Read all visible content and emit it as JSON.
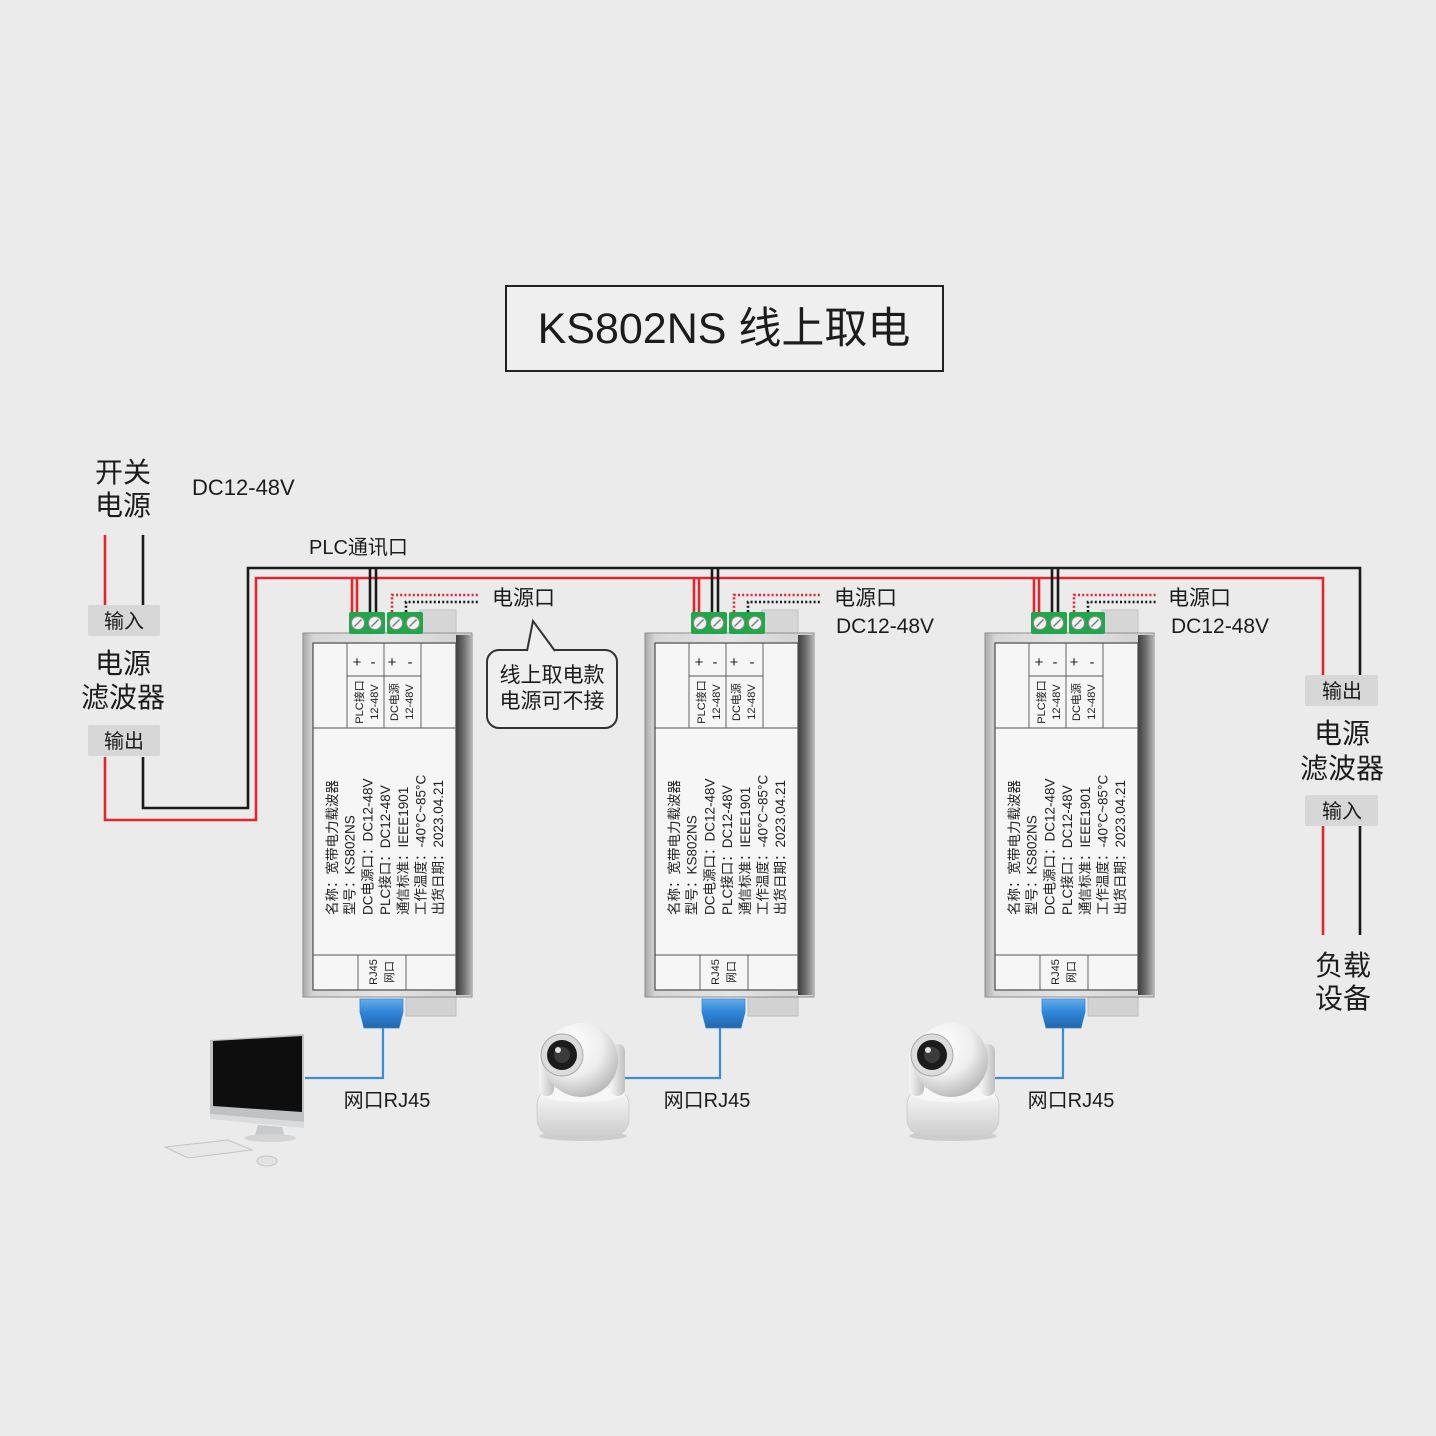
{
  "title": "KS802NS 线上取电",
  "left": {
    "power_source": [
      "开关",
      "电源"
    ],
    "voltage": "DC12-48V",
    "filter": {
      "input_label": "输入",
      "name": [
        "电源",
        "滤波器"
      ],
      "output_label": "输出"
    }
  },
  "plc_port_label": "PLC通讯口",
  "note": [
    "线上取电款",
    "电源可不接"
  ],
  "device_label": {
    "terminals": [
      "+",
      "-",
      "+",
      "-"
    ],
    "plc_port": [
      "PLC接口",
      "12-48V"
    ],
    "dc_port": [
      "DC电源",
      "12-48V"
    ],
    "info_lines": [
      "名称：宽带电力载波器",
      "型号：KS802NS",
      "DC电源口：DC12-48V",
      "PLC接口：DC12-48V",
      "通信标准：IEEE1901",
      "工作温度：-40°C~85°C",
      "出货日期：2023.04.21"
    ],
    "rj45_port": [
      "RJ45",
      "网口"
    ]
  },
  "devices": [
    {
      "power_port_label": "电源口",
      "net_label": "网口RJ45",
      "endpoint_icon": "computer-icon"
    },
    {
      "power_port_label": "电源口",
      "power_voltage": "DC12-48V",
      "net_label": "网口RJ45",
      "endpoint_icon": "camera-icon"
    },
    {
      "power_port_label": "电源口",
      "power_voltage": "DC12-48V",
      "net_label": "网口RJ45",
      "endpoint_icon": "camera-icon"
    }
  ],
  "right": {
    "filter": {
      "output_label": "输出",
      "name": [
        "电源",
        "滤波器"
      ],
      "input_label": "输入"
    },
    "load": [
      "负载",
      "设备"
    ]
  },
  "colors": {
    "background": "#ebebeb",
    "wire_red": "#e3262b",
    "wire_black": "#1b1b1b",
    "terminal_green": "#22a64a",
    "rj45_blue": "#2f86d8",
    "network_cable_blue": "#3a8ddb"
  }
}
